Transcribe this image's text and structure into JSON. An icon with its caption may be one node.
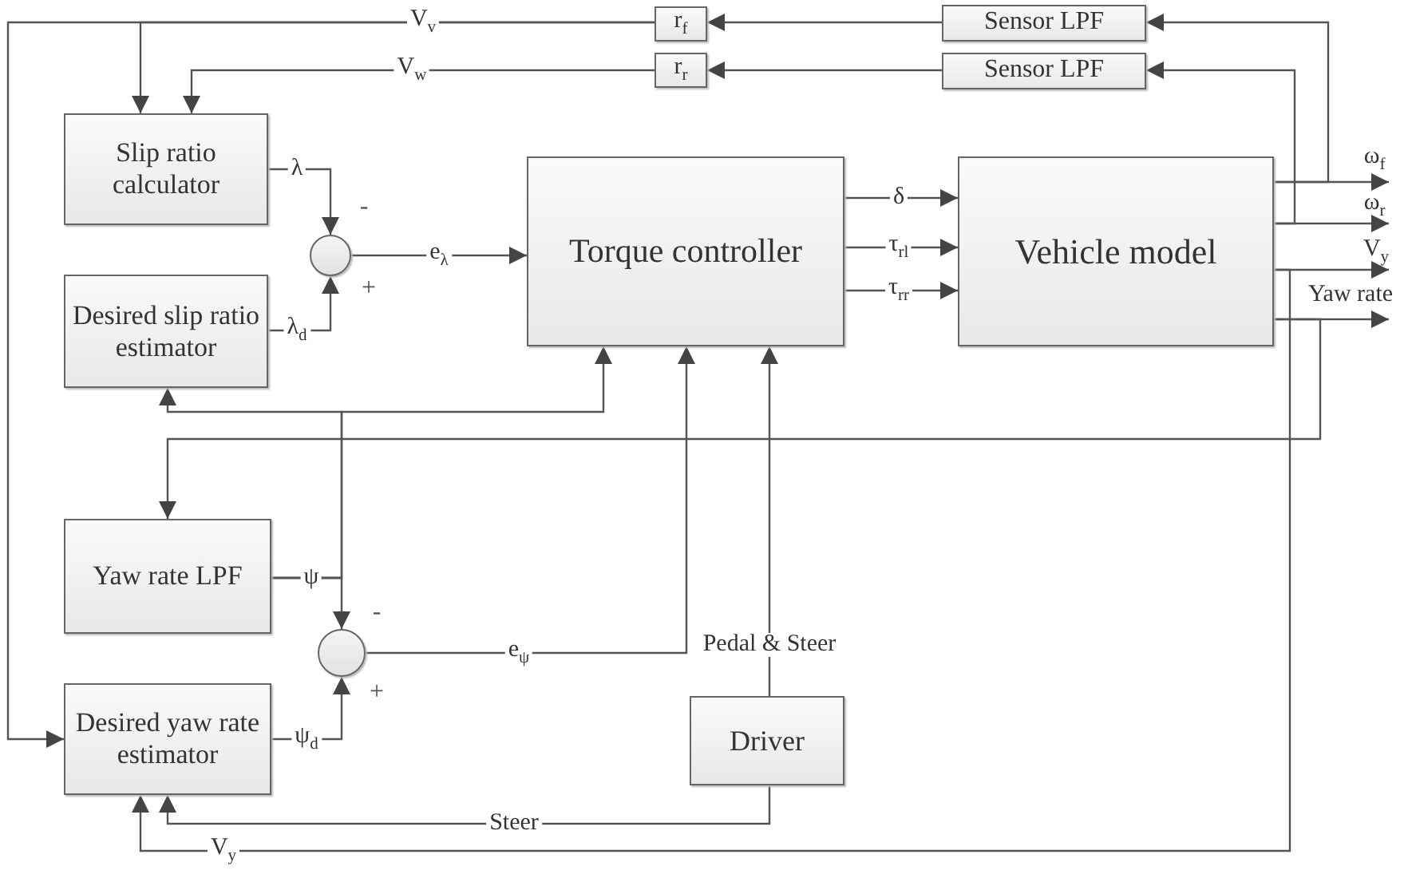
{
  "diagram": {
    "nodes": [
      {
        "text": [
          "r$_{f}$"
        ]
      },
      {
        "text": [
          "r$_{r}$"
        ]
      },
      {
        "text": [
          "Sensor LPF"
        ]
      },
      {
        "text": [
          "Sensor LPF"
        ]
      },
      {
        "text": [
          "Slip ratio calculator"
        ]
      },
      {
        "text": [
          "Desired slip ratio estimator"
        ]
      },
      {
        "text": [],
        "shape": "circle"
      },
      {
        "text": [
          "Torque controller"
        ]
      },
      {
        "text": [
          "Vehicle model"
        ]
      },
      {
        "text": [
          "Yaw rate LPF"
        ]
      },
      {
        "text": [],
        "shape": "circle"
      },
      {
        "text": [
          "Desired yaw rate estimator"
        ]
      },
      {
        "text": [
          "Driver"
        ]
      }
    ],
    "edges": [
      {
        "from": 8,
        "to": 2,
        "arrow": "to"
      },
      {
        "from": 8,
        "to": 3,
        "arrow": "to"
      },
      {
        "from": 2,
        "to": 0,
        "arrow": "to"
      },
      {
        "from": 3,
        "to": 1,
        "arrow": "to"
      },
      {
        "from": 0,
        "to": 4,
        "arrow": "to",
        "label": "V$_{v}$"
      },
      {
        "from": 0,
        "to": 11,
        "arrow": "to"
      },
      {
        "from": 1,
        "to": 4,
        "arrow": "to",
        "label": "V$_{w}$"
      },
      {
        "from": 4,
        "to": 6,
        "arrow": "to",
        "label": "λ"
      },
      {
        "from": 5,
        "to": 6,
        "arrow": "to",
        "label": "λ$_{d}$"
      },
      {
        "from": 6,
        "to": 7,
        "arrow": "to",
        "label": "e$_{λ}$"
      },
      {
        "from": 7,
        "to": 8,
        "arrow": "to",
        "label": "δ"
      },
      {
        "from": 7,
        "to": 8,
        "arrow": "to",
        "label": "τ$_{rl}$"
      },
      {
        "from": 7,
        "to": 8,
        "arrow": "to",
        "label": "τ$_{rr}$"
      },
      {
        "from": 8,
        "to": null,
        "arrow": "to",
        "label": "ω$_{f}$"
      },
      {
        "from": 8,
        "to": null,
        "arrow": "to",
        "label": "ω$_{r}$"
      },
      {
        "from": 8,
        "to": null,
        "arrow": "to",
        "label": "V$_{y}$"
      },
      {
        "from": 8,
        "to": null,
        "arrow": "to",
        "label": "Yaw rate"
      },
      {
        "from": 8,
        "to": 9,
        "arrow": "to"
      },
      {
        "from": 9,
        "to": 10,
        "arrow": "to",
        "label": "ψ"
      },
      {
        "from": 9,
        "to": 5,
        "arrow": "to"
      },
      {
        "from": 9,
        "to": 7,
        "arrow": "to"
      },
      {
        "from": 11,
        "to": 10,
        "arrow": "to",
        "label": "ψ$_{d}$"
      },
      {
        "from": 10,
        "to": 7,
        "arrow": "to",
        "label": "e$_{ψ}$"
      },
      {
        "from": 12,
        "to": 7,
        "arrow": "to",
        "label": "Pedal & Steer"
      },
      {
        "from": 12,
        "to": 11,
        "arrow": "to",
        "label": "Steer"
      },
      {
        "from": 8,
        "to": 11,
        "arrow": "to",
        "label": "V$_{y}$"
      }
    ],
    "labels": [
      "-",
      "+",
      "-",
      "+"
    ]
  }
}
